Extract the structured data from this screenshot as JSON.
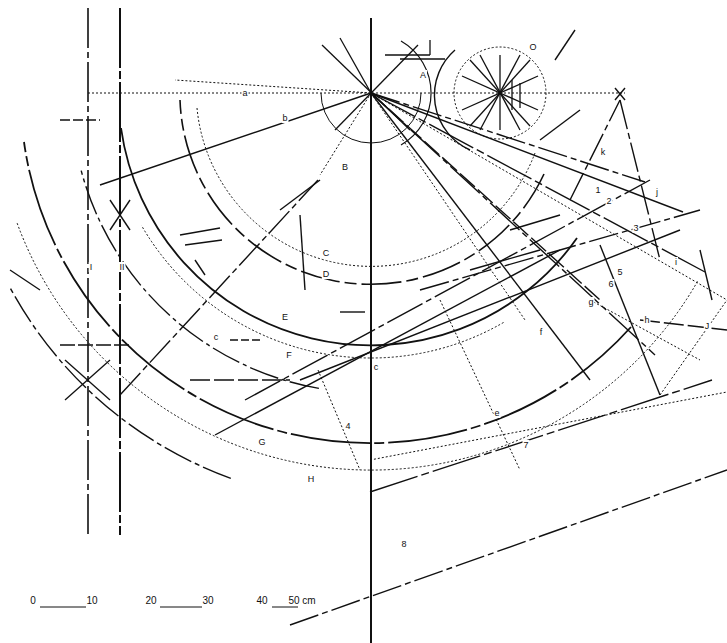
{
  "diagram": {
    "labels": [
      "a",
      "A",
      "O",
      "b",
      "B",
      "k",
      "1",
      "2",
      "j",
      "3",
      "C",
      "D",
      "i",
      "5",
      "6",
      "g",
      "h",
      "J",
      "f",
      "E",
      "I",
      "II",
      "c",
      "F",
      "c",
      "e",
      "4",
      "7",
      "G",
      "H",
      "8",
      "0",
      "10",
      "20",
      "30",
      "40",
      "50 cm"
    ]
  }
}
